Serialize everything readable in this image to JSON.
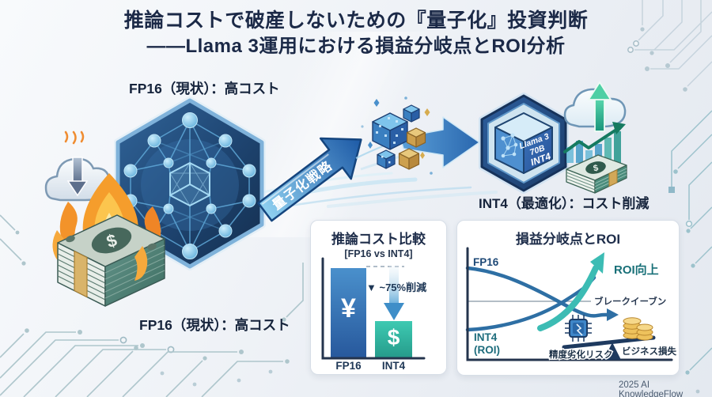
{
  "title": {
    "line1": "推論コストで破産しないための『量子化』投資判断",
    "line2": "――Llama 3運用における損益分岐点とROI分析"
  },
  "diagram": {
    "fp16_label_top": "FP16（現状）：高コスト",
    "fp16_label_bottom": "FP16（現状）：高コスト",
    "int4_label": "INT4（最適化）：コスト削減",
    "arrow_label": "量子化戦略",
    "cube_text": {
      "line1": "Llama 3",
      "line2": "70B",
      "line3": "INT4"
    }
  },
  "icons": {
    "left": [
      "cloud-download",
      "burning-money",
      "neural-network-hexagon"
    ],
    "middle": [
      "quantization-arrow",
      "quantized-cubes",
      "flow-arrow"
    ],
    "right": [
      "int4-model-cube",
      "cloud-upload",
      "growth-chart",
      "money-stack"
    ]
  },
  "colors": {
    "navy_text": "#1b2947",
    "accent_blue": "#2f6bb0",
    "accent_teal": "#2eb9a4",
    "gold": "#d9b46a",
    "flame_orange": "#f59d2c"
  },
  "chart_data": [
    {
      "type": "bar",
      "title": "推論コスト比較",
      "subtitle": "[FP16 vs INT4]",
      "categories": [
        "FP16",
        "INT4"
      ],
      "values": [
        100,
        25
      ],
      "unit": "relative inference cost (FP16 = 100)",
      "bar_symbols": [
        "¥",
        "$"
      ],
      "bar_colors": [
        "#2f6bb0",
        "#2eb9a4"
      ],
      "annotation": "▼ ~75%削減",
      "ylim": [
        0,
        100
      ]
    },
    {
      "type": "line",
      "title": "損益分岐点とROI",
      "series": [
        {
          "name": "FP16",
          "trend": "decreasing",
          "values": [
            95,
            88,
            75,
            58,
            47,
            42
          ]
        },
        {
          "name": "INT4 (ROI)",
          "trend": "increasing",
          "values": [
            15,
            20,
            34,
            55,
            76,
            95
          ]
        }
      ],
      "labels": {
        "fp16": "FP16",
        "int4_line1": "INT4",
        "int4_line2": "(ROI)",
        "roi": "ROI向上",
        "breakeven": "ブレークイーブン",
        "risk": "精度劣化リスク",
        "loss": "ビジネス損失"
      },
      "legend_position": "inline",
      "grid": false
    }
  ],
  "footer": "2025 AI KnowledgeFlow"
}
